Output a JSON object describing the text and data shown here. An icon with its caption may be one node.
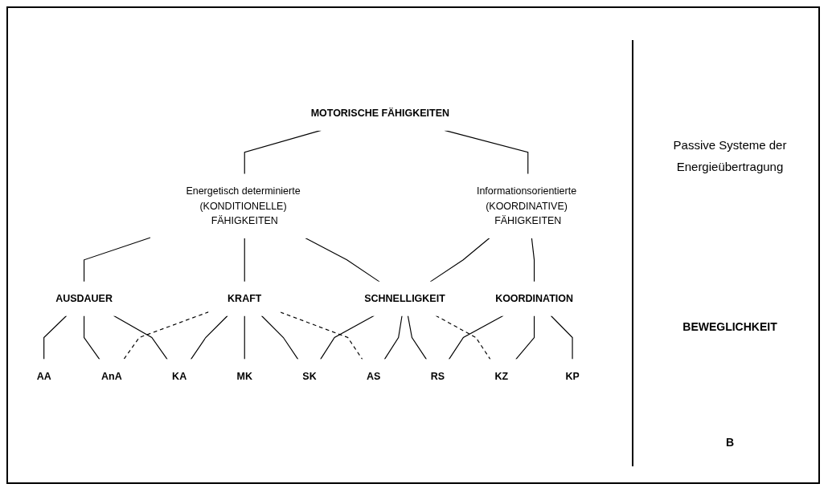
{
  "diagram": {
    "nodes": [
      {
        "text": [
          "MOTORISCHE FÄHIGKEITEN"
        ]
      },
      {
        "text": [
          "Energetisch determinierte (KONDITIONELLE) FÄHIGKEITEN"
        ]
      },
      {
        "text": [
          "Informationsorientierte (KOORDINATIVE) FÄHIGKEITEN"
        ]
      },
      {
        "text": [
          "AUSDAUER"
        ]
      },
      {
        "text": [
          "KRAFT"
        ]
      },
      {
        "text": [
          "SCHNELLIGKEIT"
        ]
      },
      {
        "text": [
          "KOORDINATION"
        ]
      },
      {
        "text": [
          "AA"
        ]
      },
      {
        "text": [
          "AnA"
        ]
      },
      {
        "text": [
          "KA"
        ]
      },
      {
        "text": [
          "MK"
        ]
      },
      {
        "text": [
          "SK"
        ]
      },
      {
        "text": [
          "AS"
        ]
      },
      {
        "text": [
          "RS"
        ]
      },
      {
        "text": [
          "KZ"
        ]
      },
      {
        "text": [
          "KP"
        ]
      }
    ],
    "edges": [
      {
        "from": 0,
        "to": 1,
        "arrow": "none"
      },
      {
        "from": 0,
        "to": 2,
        "arrow": "none"
      },
      {
        "from": 1,
        "to": 3,
        "arrow": "none"
      },
      {
        "from": 1,
        "to": 4,
        "arrow": "none"
      },
      {
        "from": 1,
        "to": 5,
        "arrow": "none"
      },
      {
        "from": 2,
        "to": 5,
        "arrow": "none"
      },
      {
        "from": 2,
        "to": 6,
        "arrow": "none"
      },
      {
        "from": 3,
        "to": 7,
        "arrow": "none"
      },
      {
        "from": 3,
        "to": 8,
        "arrow": "none"
      },
      {
        "from": 3,
        "to": 9,
        "arrow": "none"
      },
      {
        "from": 4,
        "to": 8,
        "arrow": "none",
        "style": "dashed"
      },
      {
        "from": 4,
        "to": 9,
        "arrow": "none"
      },
      {
        "from": 4,
        "to": 10,
        "arrow": "none"
      },
      {
        "from": 4,
        "to": 11,
        "arrow": "none"
      },
      {
        "from": 4,
        "to": 12,
        "arrow": "none",
        "style": "dashed"
      },
      {
        "from": 5,
        "to": 11,
        "arrow": "none"
      },
      {
        "from": 5,
        "to": 12,
        "arrow": "none"
      },
      {
        "from": 5,
        "to": 13,
        "arrow": "none"
      },
      {
        "from": 5,
        "to": 14,
        "arrow": "none",
        "style": "dashed"
      },
      {
        "from": 6,
        "to": 13,
        "arrow": "none"
      },
      {
        "from": 6,
        "to": 14,
        "arrow": "none"
      },
      {
        "from": 6,
        "to": 15,
        "arrow": "none"
      }
    ],
    "labels": [
      "Passive Systeme der Energieübertragung",
      "BEWEGLICHKEIT",
      "B"
    ]
  }
}
